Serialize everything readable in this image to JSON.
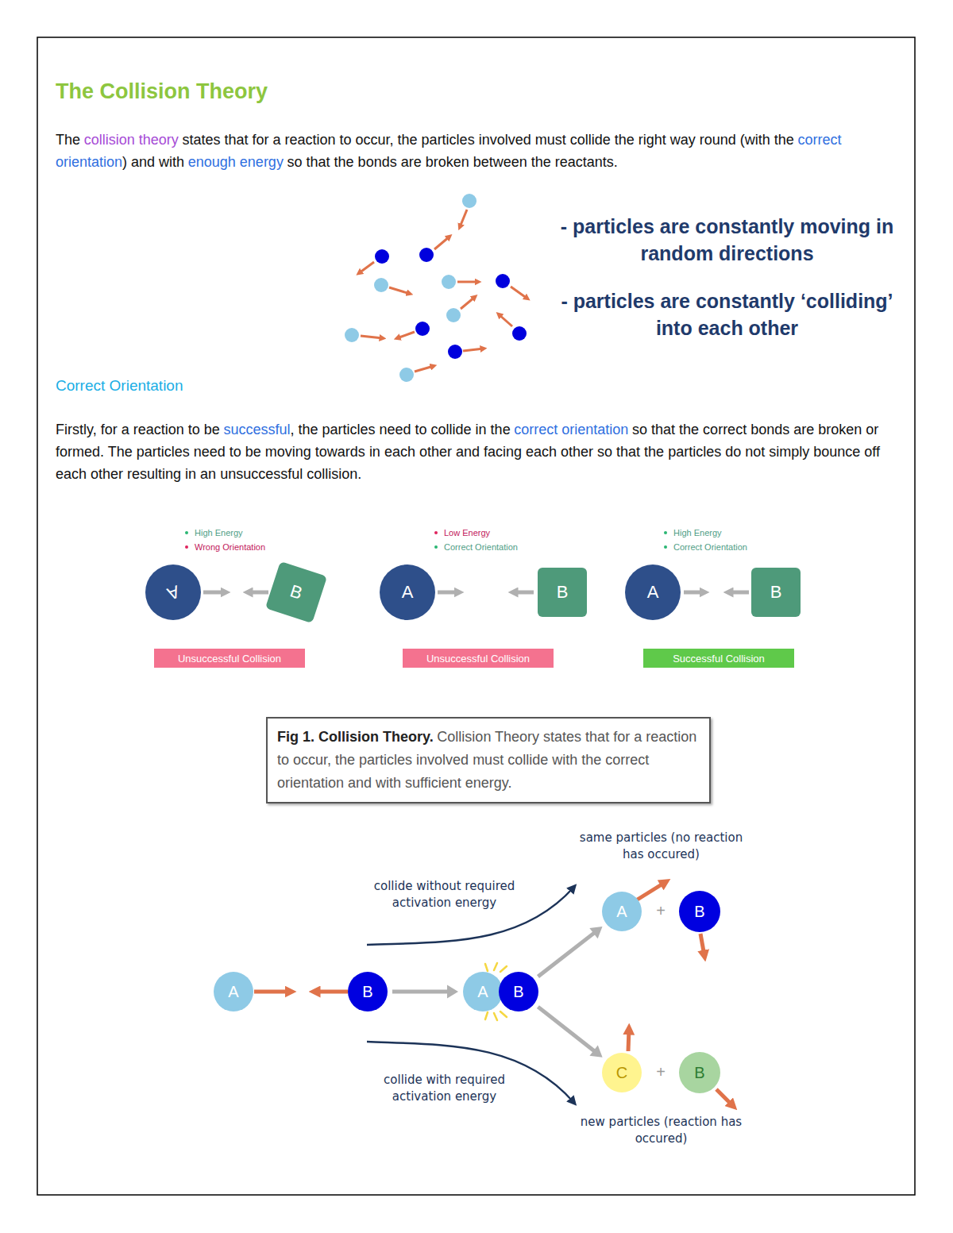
{
  "diagram": {
    "title": "The Collision Theory",
    "nodes": [
      {
        "text": [
          "A"
        ]
      },
      {
        "text": [
          "B"
        ]
      },
      {
        "text": [
          "Unsuccessful Collision"
        ]
      },
      {
        "text": [
          "A"
        ]
      },
      {
        "text": [
          "B"
        ]
      },
      {
        "text": [
          "Unsuccessful Collision"
        ]
      },
      {
        "text": [
          "A"
        ]
      },
      {
        "text": [
          "B"
        ]
      },
      {
        "text": [
          "Successful Collision"
        ]
      },
      {
        "text": [
          "Fig 1. Collision Theory.",
          "Collision Theory states that for a reaction to occur, the particles involved must collide with the correct orientation and with sufficient energy."
        ]
      },
      {
        "text": [
          "A"
        ]
      },
      {
        "text": [
          "B"
        ]
      },
      {
        "text": [
          "A"
        ]
      },
      {
        "text": [
          "B"
        ]
      },
      {
        "text": [
          "A"
        ]
      },
      {
        "text": [
          "B"
        ]
      },
      {
        "text": [
          "C"
        ]
      },
      {
        "text": [
          "B"
        ]
      }
    ],
    "edges": [
      {
        "from": 11,
        "to": 12,
        "arrow": "to"
      },
      {
        "from": 13,
        "to": 14,
        "arrow": "to"
      },
      {
        "from": 13,
        "to": 16,
        "arrow": "to"
      }
    ],
    "labels": [
      "The",
      "collision theory",
      "states that for a reaction to occur, the particles involved must collide the right way round (with the",
      "correct orientation",
      ") and with",
      "enough energy",
      "so that the bonds are broken between the reactants.",
      "- particles are constantly moving in random directions",
      "- particles are constantly ‘colliding’ into each other",
      "Correct Orientation",
      "Firstly, for a reaction to be",
      "successful",
      ", the particles need to collide in the",
      "correct orientation",
      "so that the correct bonds are broken or formed. The particles need to be moving towards in each other and facing each other so that the particles do not simply bounce off each other resulting in an unsuccessful collision.",
      "High Energy",
      "Wrong Orientation",
      "Low Energy",
      "Correct Orientation",
      "High Energy",
      "Correct Orientation",
      "collide without required activation energy",
      "same particles (no reaction has occured)",
      "+",
      "+",
      "collide with required activation energy",
      "new particles (reaction has occured)"
    ]
  }
}
